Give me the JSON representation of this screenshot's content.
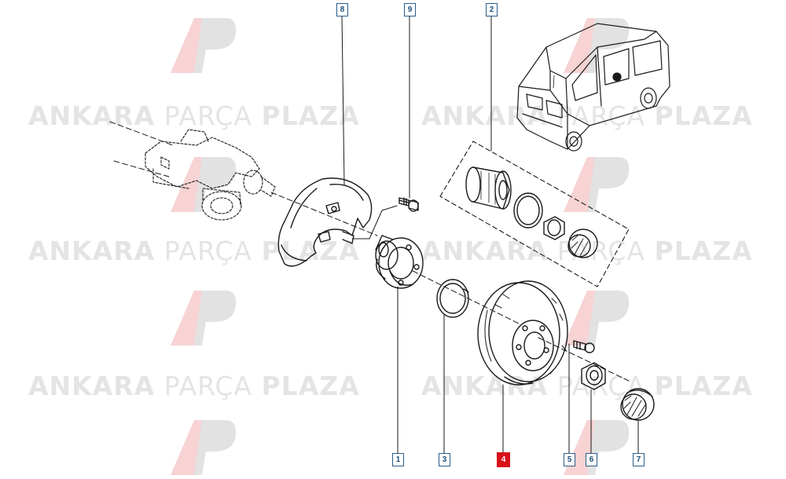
{
  "watermark": {
    "brand_bold_1": "ANKARA",
    "brand_light": "PARÇA",
    "brand_bold_2": "PLAZA"
  },
  "callouts": [
    {
      "id": "1",
      "highlighted": false
    },
    {
      "id": "2",
      "highlighted": false
    },
    {
      "id": "3",
      "highlighted": false
    },
    {
      "id": "4",
      "highlighted": true
    },
    {
      "id": "5",
      "highlighted": false
    },
    {
      "id": "6",
      "highlighted": false
    },
    {
      "id": "7",
      "highlighted": false
    },
    {
      "id": "8",
      "highlighted": false
    },
    {
      "id": "9",
      "highlighted": false
    }
  ],
  "colors": {
    "line": "#1a1a1a",
    "callout_border": "#2a5d8a",
    "highlight": "#d8101a",
    "watermark": "#cfcfcf"
  }
}
